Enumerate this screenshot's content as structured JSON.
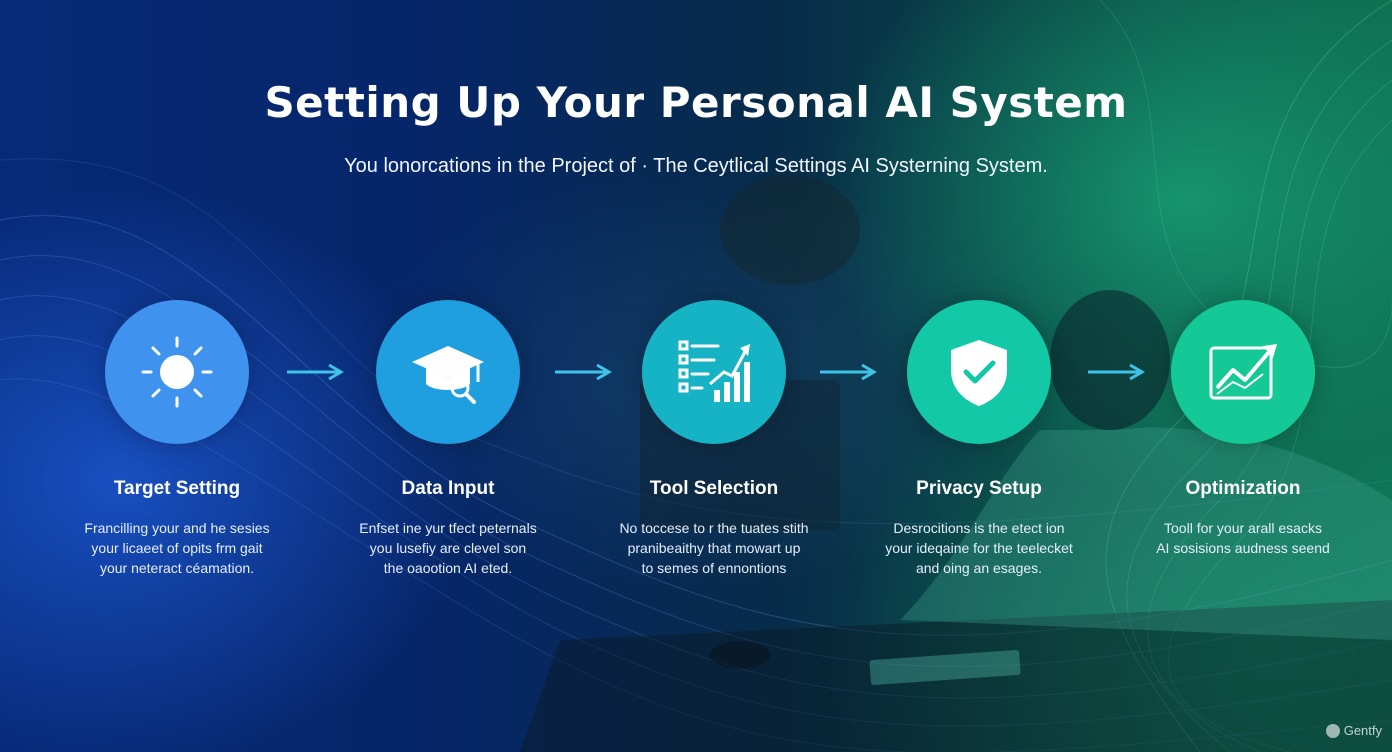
{
  "header": {
    "title": "Setting Up Your Personal AI System",
    "subtitle": "You lonorcations in the Project of · The Ceytlical Settings AI Systerning System."
  },
  "steps": [
    {
      "title": "Target Setting",
      "desc": "Francilling your and he sesies\nyour licaeet of opits frm gait\nyour neteract céamation.",
      "icon": "sun-icon",
      "color": "#3f92ee"
    },
    {
      "title": "Data Input",
      "desc": "Enfset ine yur tfect peternals\nyou lusefiy are clevel son\nthe oaootion AI eted.",
      "icon": "graduation-cap-icon",
      "color": "#1f9fe0"
    },
    {
      "title": "Tool Selection",
      "desc": "No toccese to r the tuates stith\npranibeaithy that mowart up\nto semes of ennontions",
      "icon": "checklist-chart-icon",
      "color": "#16b3c4"
    },
    {
      "title": "Privacy Setup",
      "desc": "Desrocitions is the etect ion\nyour ideqaine for the teelecket\nand oing an esages.",
      "icon": "shield-check-icon",
      "color": "#12c8a6"
    },
    {
      "title": "Optimization",
      "desc": "Tooll for your arall esacks\nAI sosisions audness seend",
      "icon": "growth-chart-icon",
      "color": "#14c996"
    }
  ],
  "arrow_color": "#3fc3e8",
  "brand": {
    "label": "Gentfy"
  }
}
